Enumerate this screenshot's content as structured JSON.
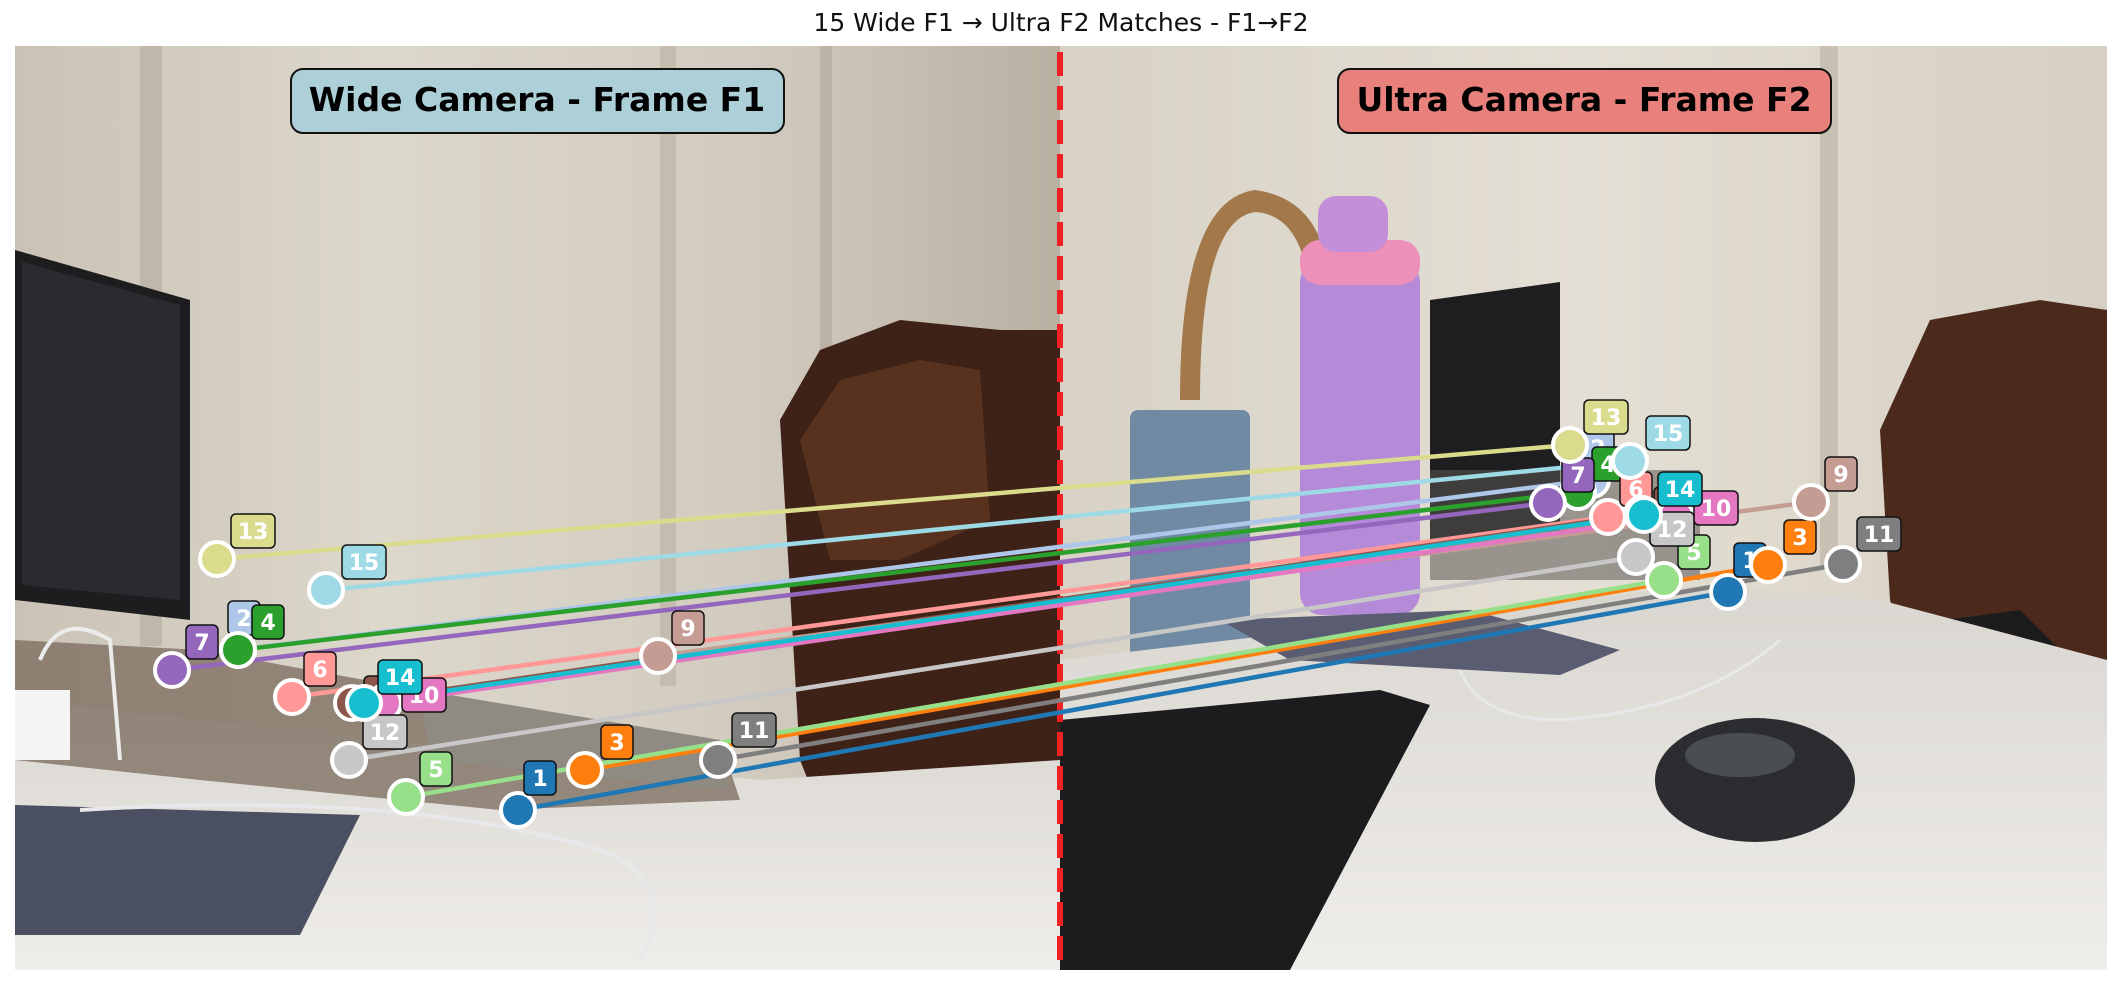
{
  "figure": {
    "title": "15 Wide F1 → Ultra F2 Matches - F1→F2"
  },
  "panels": {
    "left": {
      "label": "Wide Camera - Frame F1",
      "label_bg": "#add0d8"
    },
    "right": {
      "label": "Ultra Camera - Frame F2",
      "label_bg": "#e8807c"
    }
  },
  "divider_color": "#ee2222",
  "matches": [
    {
      "id": "1",
      "color": "#1f77b4"
    },
    {
      "id": "2",
      "color": "#aec7e8"
    },
    {
      "id": "3",
      "color": "#ff7f0e"
    },
    {
      "id": "4",
      "color": "#2ca02c"
    },
    {
      "id": "5",
      "color": "#98df8a"
    },
    {
      "id": "6",
      "color": "#ff9896"
    },
    {
      "id": "7",
      "color": "#9467bd"
    },
    {
      "id": "8",
      "color": "#8c564b"
    },
    {
      "id": "9",
      "color": "#c49c94"
    },
    {
      "id": "10",
      "color": "#e377c2"
    },
    {
      "id": "11",
      "color": "#7f7f7f"
    },
    {
      "id": "12",
      "color": "#c7c7c7"
    },
    {
      "id": "13",
      "color": "#dbdb8d"
    },
    {
      "id": "14",
      "color": "#17becf"
    },
    {
      "id": "15",
      "color": "#9edae5"
    }
  ]
}
